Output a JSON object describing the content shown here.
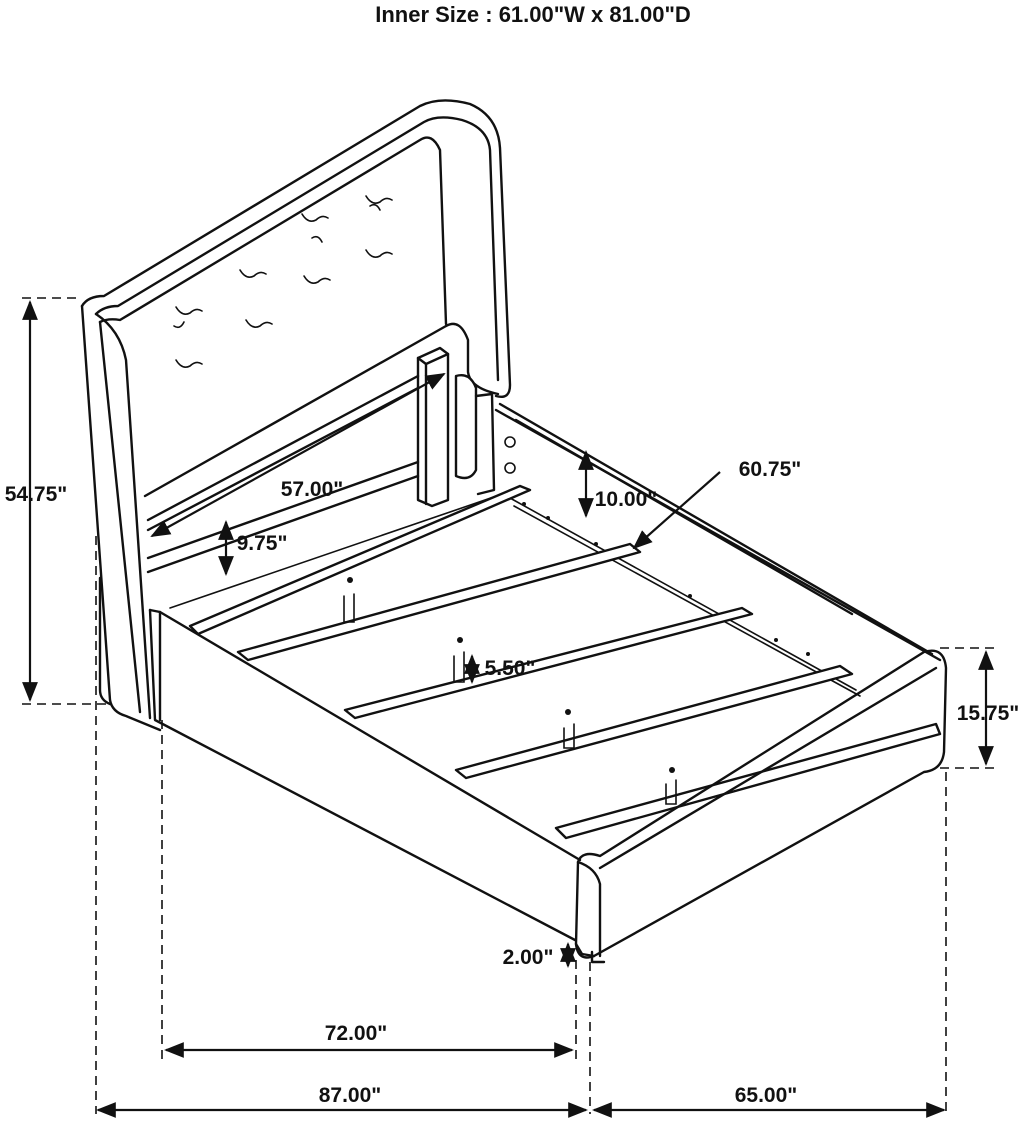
{
  "title": "Inner Size : 61.00\"W x 81.00\"D",
  "dimensions": {
    "headboard_height": "54.75\"",
    "headboard_width": "57.00\"",
    "rail_height_back": "9.75\"",
    "side_rail_height": "10.00\"",
    "slat_width": "60.75\"",
    "support_leg_height": "5.50\"",
    "footboard_height": "15.75\"",
    "clearance": "2.00\"",
    "inner_length": "72.00\"",
    "overall_length": "87.00\"",
    "overall_width": "65.00\""
  }
}
